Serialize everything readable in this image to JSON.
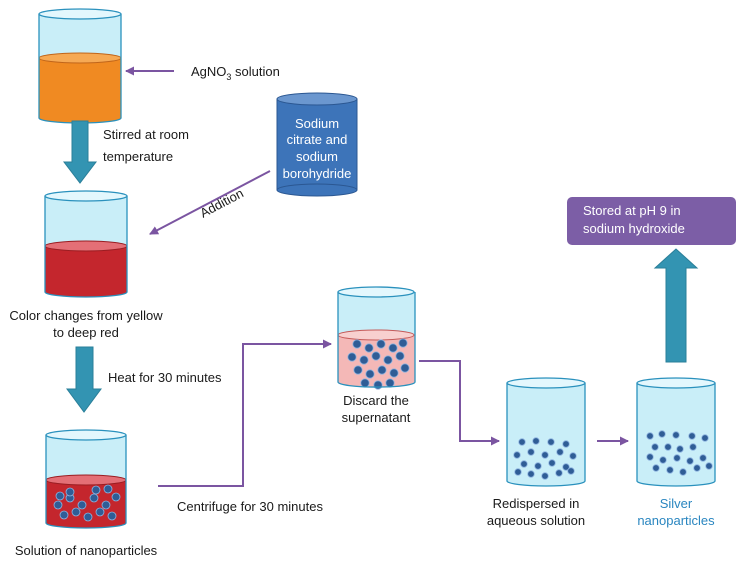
{
  "colors": {
    "orange": "#f08a22",
    "red": "#c4262d",
    "pink": "#f4b8b7",
    "aqua": "#c9eef8",
    "beaker_rim": "#2a91bd",
    "particle": "#2f5d96",
    "flow_arrow": "#7b55a1",
    "step_arrow": "#3394b2",
    "reagent_blue": "#3d74b9",
    "storage_purple": "#7c5ea6"
  },
  "labels": {
    "agno3_prefix": "AgNO",
    "agno3_sub": "3",
    "agno3_suffix": " solution",
    "stirred_line1": "Stirred at room",
    "stirred_line2": "temperature",
    "reagent_line1": "Sodium",
    "reagent_line2": "citrate and",
    "reagent_line3": "sodium",
    "reagent_line4": "borohydride",
    "addition": "Addition",
    "color_change_line1": "Color changes from yellow",
    "color_change_line2": "to deep red",
    "heat": "Heat for 30 minutes",
    "solution_nanoparticles": "Solution of nanoparticles",
    "centrifuge": "Centrifuge for 30 minutes",
    "discard_line1": "Discard the",
    "discard_line2": "supernatant",
    "redispersed_line1": "Redispersed in",
    "redispersed_line2": "aqueous solution",
    "silver_line1": "Silver",
    "silver_line2": "nanoparticles",
    "stored_line1": "Stored at pH 9 in",
    "stored_line2": "sodium hydroxide"
  }
}
